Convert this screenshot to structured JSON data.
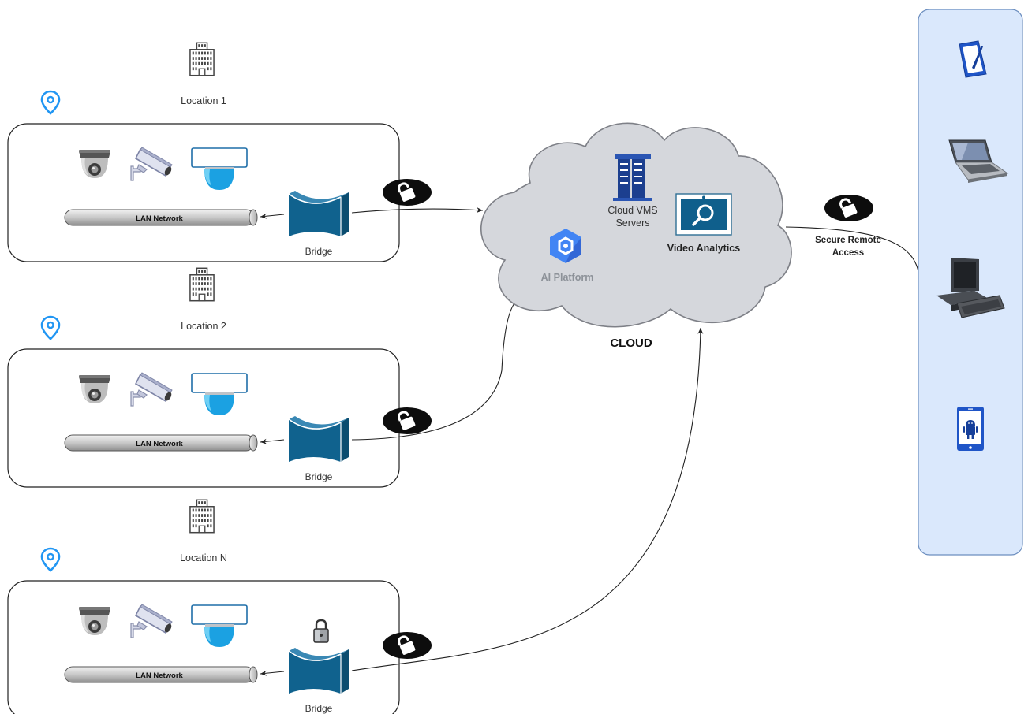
{
  "locations": [
    {
      "label": "Location 1",
      "lan_label": "LAN Network",
      "bridge_label": "Bridge",
      "has_lock": false
    },
    {
      "label": "Location 2",
      "lan_label": "LAN Network",
      "bridge_label": "Bridge",
      "has_lock": false
    },
    {
      "label": "Location N",
      "lan_label": "LAN Network",
      "bridge_label": "Bridge",
      "has_lock": true
    }
  ],
  "cloud": {
    "title": "CLOUD",
    "vms_label_line1": "Cloud VMS",
    "vms_label_line2": "Servers",
    "analytics_label": "Video Analytics",
    "ai_label": "AI Platform"
  },
  "remote": {
    "label_line1": "Secure Remote",
    "label_line2": "Access"
  },
  "devices": [
    {
      "name": "tablet-icon"
    },
    {
      "name": "laptop-icon"
    },
    {
      "name": "desktop-computer-icon"
    },
    {
      "name": "android-phone-icon"
    }
  ],
  "colors": {
    "pin": "#2196f3",
    "cloud_fill": "#d5d7dc",
    "bridge": "#10628e",
    "dome_blue": "#1ba1e2",
    "server_navy": "#1c3f8f",
    "device_panel": "#dae8fc",
    "device_panel_border": "#6c8ebf"
  }
}
